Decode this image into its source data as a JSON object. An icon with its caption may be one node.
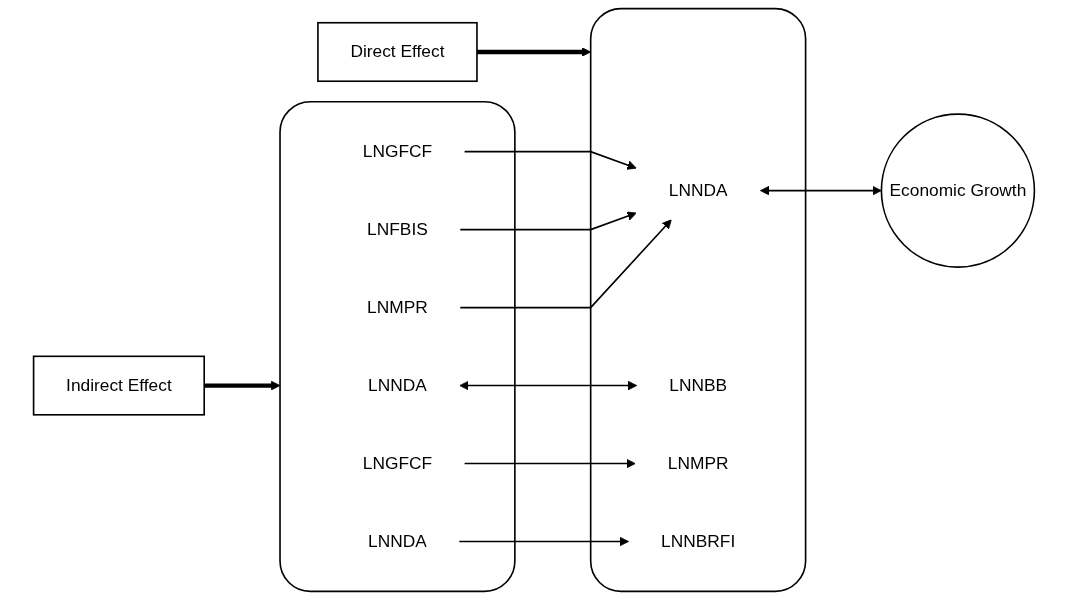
{
  "diagram": {
    "nodes": [
      {
        "text": [
          "Indirect Effect"
        ]
      },
      {
        "text": [
          "Direct Effect"
        ]
      },
      {
        "text": [],
        "shape": "box"
      },
      {
        "text": [
          "LNNDA"
        ],
        "in": 2
      },
      {
        "text": [
          "LNMPR"
        ],
        "in": 2
      },
      {
        "text": [
          "LNGFCF"
        ],
        "in": 2
      },
      {
        "text": [
          "LNFBIS"
        ],
        "in": 2
      },
      {
        "text": [
          "LNNDA"
        ],
        "in": 2
      },
      {
        "text": [
          "LNGFCF"
        ],
        "in": 2
      },
      {
        "text": [],
        "shape": "box"
      },
      {
        "text": [
          "LNNDA"
        ],
        "in": 9
      },
      {
        "text": [
          "LNNBB"
        ],
        "in": 9
      },
      {
        "text": [
          "LNMPR"
        ],
        "in": 9
      },
      {
        "text": [
          "LNNBRFI"
        ],
        "in": 9
      },
      {
        "text": [
          "Economic Growth"
        ]
      }
    ],
    "edges": [
      {
        "from": 0,
        "to": 2,
        "arrow": "to",
        "style": "thick"
      },
      {
        "from": 1,
        "to": 9,
        "arrow": "to",
        "style": "thick"
      },
      {
        "from": 3,
        "to": 11,
        "arrow": "both"
      },
      {
        "from": 4,
        "to": 10,
        "arrow": "to"
      },
      {
        "from": 5,
        "to": 12,
        "arrow": "to"
      },
      {
        "from": 6,
        "to": 10,
        "arrow": "to"
      },
      {
        "from": 7,
        "to": 13,
        "arrow": "to"
      },
      {
        "from": 8,
        "to": 10,
        "arrow": "to"
      },
      {
        "from": 10,
        "to": 14,
        "arrow": "both"
      }
    ]
  }
}
